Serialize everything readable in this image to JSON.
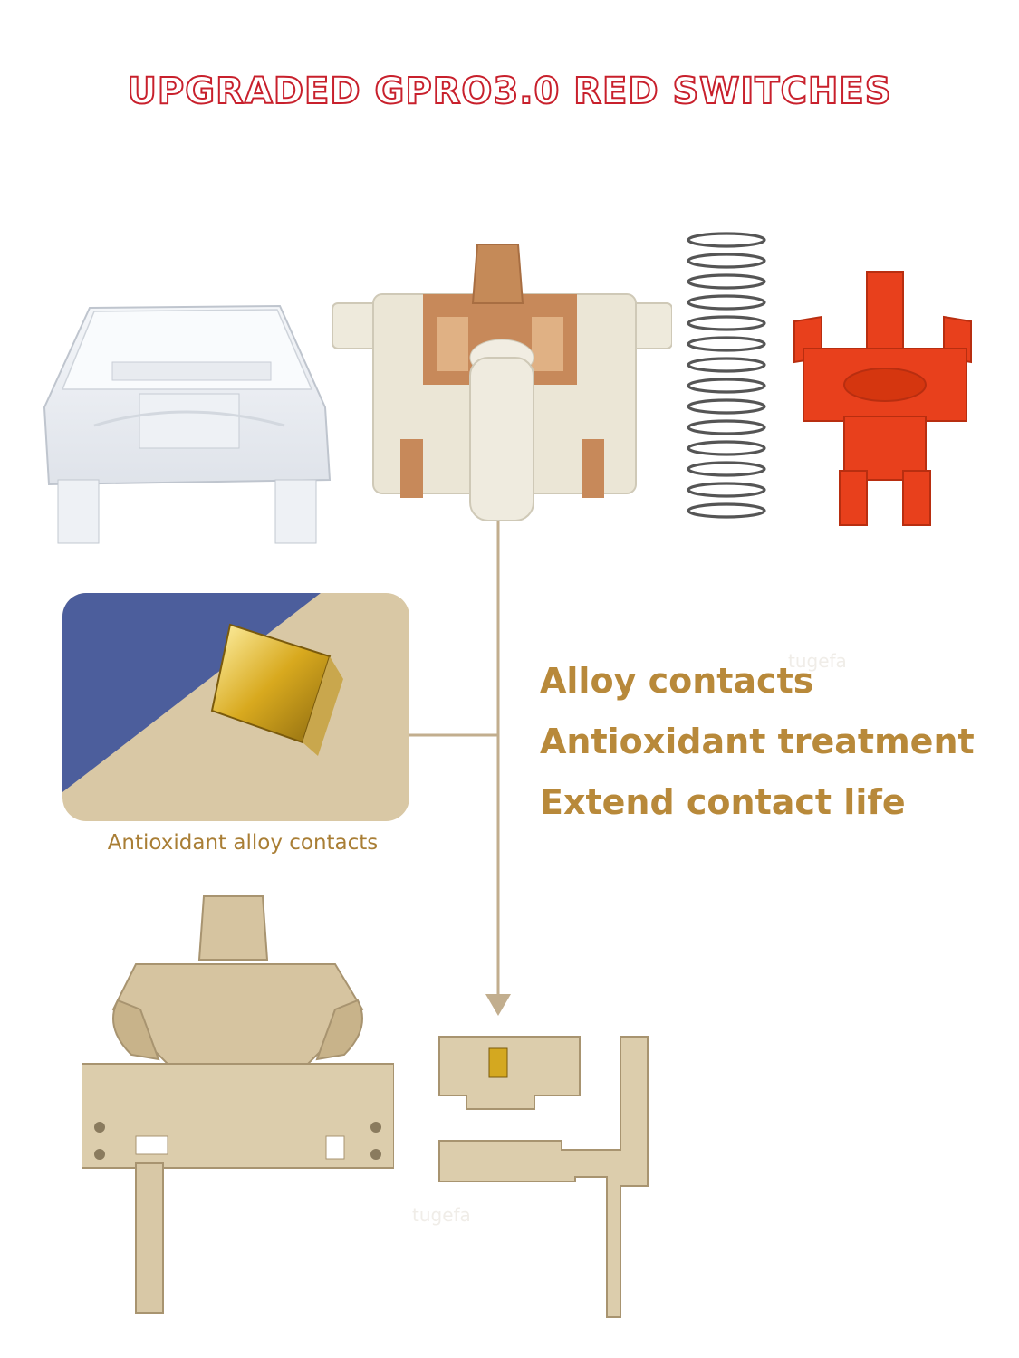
{
  "title": "UPGRADED GPRO3.0 RED SWITCHES",
  "features": [
    "Alloy contacts",
    "Antioxidant treatment",
    "Extend contact life"
  ],
  "inset_caption": "Antioxidant alloy contacts",
  "watermark": "tugefa",
  "colors": {
    "title_outline": "#c8202c",
    "feature_text": "#b8893a",
    "leader_line": "#c2ae8e",
    "inset_blue": "#4c5e9c",
    "inset_beige": "#d9c8a5",
    "stem_red": "#e8401c",
    "housing_cream": "#eeeadc",
    "metal_gold": "#d6c4a0"
  }
}
